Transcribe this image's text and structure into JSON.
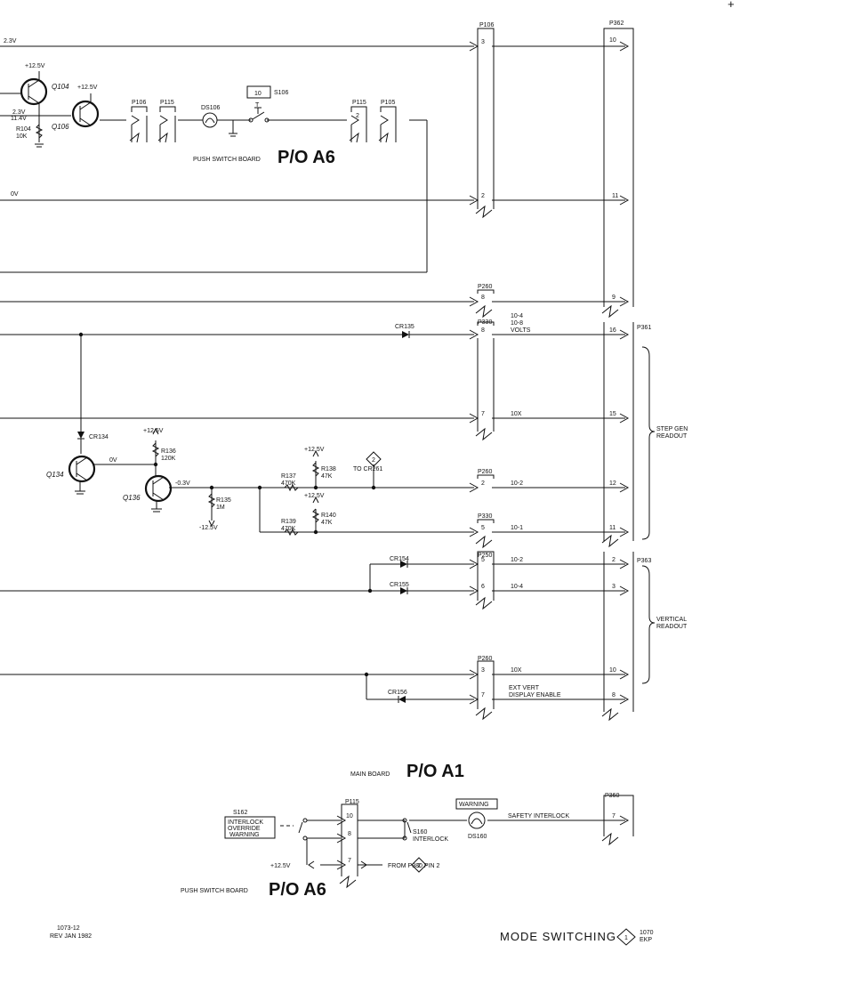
{
  "top_mark": "+",
  "connectors": {
    "p106": "P106",
    "p362": "P362",
    "p115": "P115",
    "p105": "P105",
    "p260": "P260",
    "p330": "P330",
    "p361": "P361",
    "p250": "P250",
    "p363": "P363",
    "p360": "P360"
  },
  "pins": {
    "p106_top": "3",
    "p362_10": "10",
    "p106_s": "2",
    "p362_11": "11",
    "p260_8": "8",
    "p362_9": "9",
    "p330_8": "8",
    "p361_16": "16",
    "p_7": "7",
    "p361_15": "15",
    "p260_2": "2",
    "p361_12": "12",
    "p330_5": "5",
    "p361_11": "11",
    "p250_5": "5",
    "p363_2": "2",
    "p250_6": "6",
    "p363_3": "3",
    "p260_3": "3",
    "p363_10": "10",
    "pe_7": "7",
    "p363_8": "8",
    "p115_10": "10",
    "p115_8": "8",
    "p115_7": "7",
    "p360_7": "7",
    "p115_top2": "2"
  },
  "nets": {
    "left_top": "2.3V",
    "left_mid_1": "2.3V",
    "left_mid_2": "11.4V",
    "left_0v": "0V",
    "q134_out": "0V",
    "q136_out": "-0.3V"
  },
  "components": {
    "q104": "Q104",
    "q106": "Q106",
    "q134": "Q134",
    "q136": "Q136",
    "r104": "R104",
    "r104_v": "10K",
    "ds106": "DS106",
    "s106": "S106",
    "s106_box": "10",
    "cr135": "CR135",
    "cr134": "CR134",
    "cr154": "CR154",
    "cr155": "CR155",
    "cr156": "CR156",
    "r136": "R136",
    "r136_v": "120K",
    "r137": "R137",
    "r137_v": "470K",
    "r138": "R138",
    "r138_v": "47K",
    "r135": "R135",
    "r135_v": "1M",
    "r139": "R139",
    "r139_v": "470K",
    "r140": "R140",
    "r140_v": "47K",
    "s162": "S162",
    "s160": "S160",
    "s160_sub": "INTERLOCK",
    "ds160": "DS160"
  },
  "rails": {
    "p12_a": "+12.5V",
    "p12_b": "+12.5V",
    "p12_c": "+12.5V",
    "p12_d": "+12.5V",
    "p12_e": "+12.5V",
    "m12": "-12.5V",
    "p12_bottom": "+12.5V"
  },
  "signals": {
    "s1": "10-4",
    "s2": "10-8",
    "volts": "VOLTS",
    "x10": "10X",
    "m2": "10-2",
    "m1": "10-1",
    "v2": "10-2",
    "v4": "10-4",
    "x10b": "10X",
    "ext1": "EXT VERT",
    "ext2": "DISPLAY ENABLE",
    "safety": "SAFETY INTERLOCK",
    "warning": "WARNING",
    "from_p380": "FROM P380 PIN 2",
    "to_cr261": "TO CR261",
    "off_2a": "2",
    "off_2b": "2"
  },
  "groups": {
    "step_gen_1": "STEP GEN",
    "step_gen_2": "READOUT",
    "vertical_1": "VERTICAL",
    "vertical_2": "READOUT"
  },
  "interlock_box": [
    "INTERLOCK",
    "OVERRIDE",
    "WARNING"
  ],
  "boards": {
    "push_top_small": "PUSH SWITCH BOARD",
    "push_top_big": "P/O A6",
    "main_small": "MAIN BOARD",
    "main_big": "P/O A1",
    "push_bot_small": "PUSH SWITCH BOARD",
    "push_bot_big": "P/O A6"
  },
  "footer": {
    "doc_num": "1073-12",
    "rev": "REV JAN 1982",
    "title": "MODE SWITCHING",
    "diamond_num": "1",
    "code_1": "1070",
    "code_2": "EKP"
  }
}
